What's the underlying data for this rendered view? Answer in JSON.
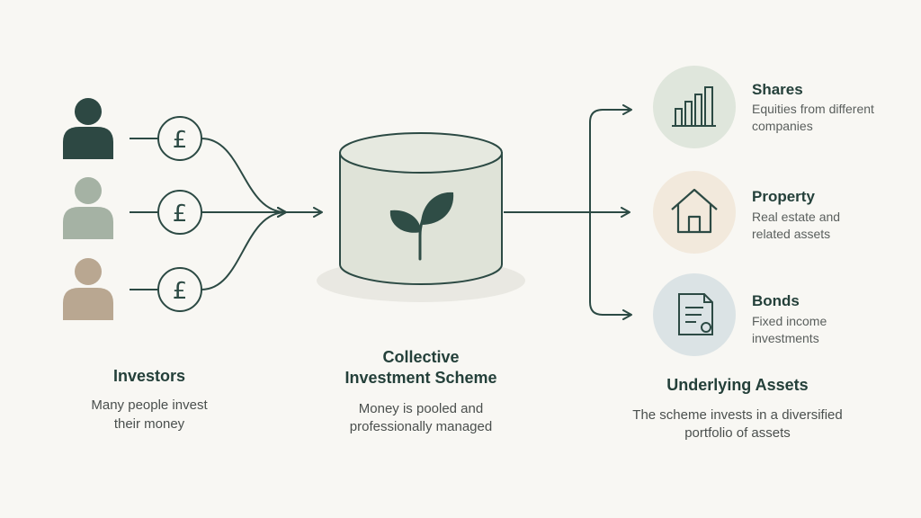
{
  "colors": {
    "stroke": "#2c4a44",
    "investor_1": "#2d4843",
    "investor_2": "#a5b2a4",
    "investor_3": "#b9a791",
    "cylinder": "#dfe3d8",
    "leaf": "#2f4d46",
    "shares_circle": "#dfe6dc",
    "property_circle": "#f2e9dc",
    "bonds_circle": "#dbe3e5"
  },
  "investors": {
    "title": "Investors",
    "desc_line1": "Many people invest",
    "desc_line2": "their money",
    "currency_symbol": "£"
  },
  "scheme": {
    "title_line1": "Collective",
    "title_line2": "Investment Scheme",
    "desc_line1": "Money is pooled and",
    "desc_line2": "professionally managed",
    "icon": "sprout-icon"
  },
  "assets": {
    "title": "Underlying Assets",
    "desc_line1": "The scheme invests in a diversified",
    "desc_line2": "portfolio of assets",
    "items": [
      {
        "name": "Shares",
        "line1": "Equities from different",
        "line2": "companies",
        "icon": "bar-chart-icon"
      },
      {
        "name": "Property",
        "line1": "Real estate and",
        "line2": "related assets",
        "icon": "house-icon"
      },
      {
        "name": "Bonds",
        "line1": "Fixed income",
        "line2": "investments",
        "icon": "certificate-icon"
      }
    ]
  }
}
